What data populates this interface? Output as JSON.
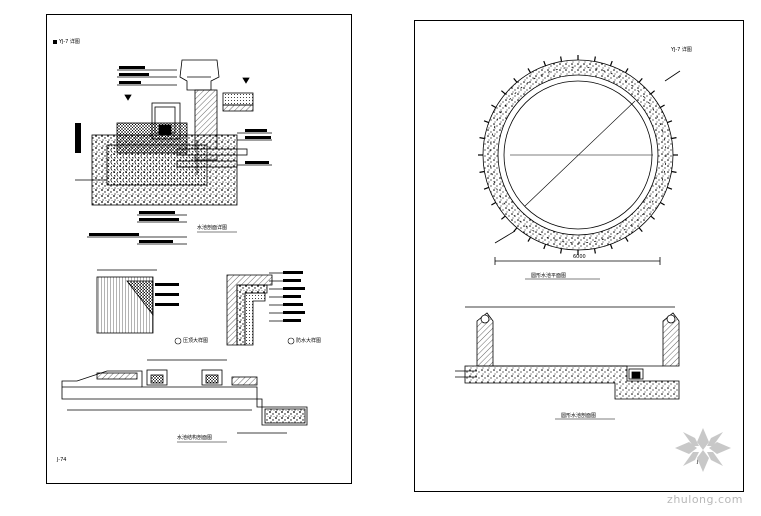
{
  "left_sheet": {
    "header_tag": "YJ-7 详图",
    "page_number": "J-74",
    "titles": {
      "main_section": "水池剖面详图",
      "detail_1": "压顶大样图",
      "detail_2": "防水大样图",
      "bottom_section": "水池结构剖面图"
    }
  },
  "right_sheet": {
    "header_tag": "YJ-7 详图",
    "page_number": "J-75",
    "titles": {
      "plan": "圆形水池平面图",
      "section": "圆形水池剖面图"
    },
    "dimension_label": "6000"
  },
  "watermark": {
    "text": "zhulong.com"
  },
  "colors": {
    "line": "#000000",
    "watermark": "#b9b9b9"
  }
}
